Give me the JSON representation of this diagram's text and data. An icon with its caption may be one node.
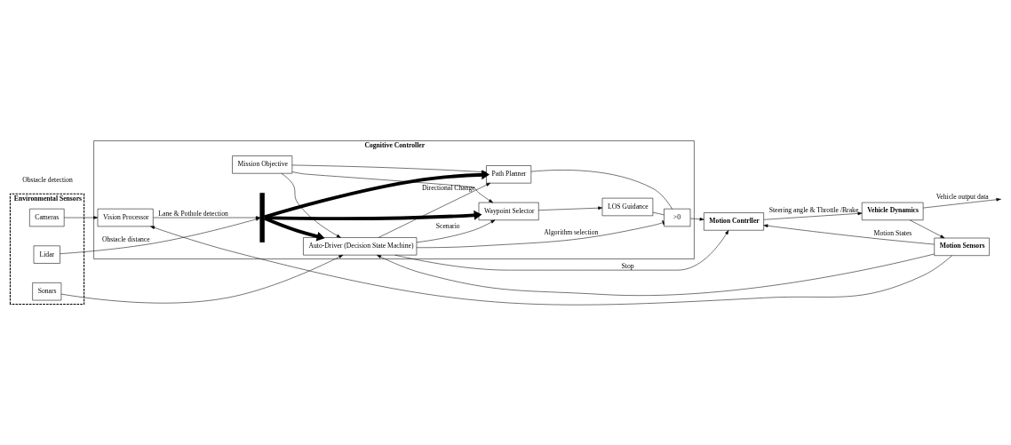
{
  "diagram": {
    "nodes": [
      {
        "text": [
          "Cognitive Controller"
        ]
      },
      {
        "text": [
          "Auto-Driver (Decision State Machine)"
        ],
        "in": 0
      },
      {
        "text": [
          "Mission Objective"
        ],
        "in": 0
      },
      {
        "text": [
          "Vision Processor"
        ],
        "in": 0
      },
      {
        "text": [],
        "shape": "bar",
        "in": 0
      },
      {
        "text": [
          "Waypoint Selector"
        ],
        "in": 0
      },
      {
        "text": [
          "LOS Guidance"
        ],
        "in": 0
      },
      {
        "text": [
          ">0"
        ],
        "in": 0
      },
      {
        "text": [
          "Path Planner"
        ],
        "in": 0
      },
      {
        "text": [
          "Environmental Sensors"
        ]
      },
      {
        "text": [
          "Lidar"
        ],
        "in": 9
      },
      {
        "text": [
          "Cameras"
        ],
        "in": 9
      },
      {
        "text": [
          "Sonars"
        ],
        "in": 9
      },
      {
        "text": [
          "Motion Contrller"
        ]
      },
      {
        "text": [
          "Vehicle Dynamics"
        ]
      },
      {
        "text": [
          "Motion Sensors"
        ]
      }
    ],
    "edges": [
      {
        "from": 15,
        "to": 1,
        "arrow": "to"
      },
      {
        "from": 12,
        "to": 1,
        "arrow": "to"
      },
      {
        "from": 2,
        "to": 1,
        "arrow": "to"
      },
      {
        "from": 4,
        "to": 1,
        "arrow": "to",
        "style": "thick"
      },
      {
        "from": 15,
        "to": 3,
        "arrow": "to"
      },
      {
        "from": 11,
        "to": 3,
        "arrow": "to"
      },
      {
        "from": 3,
        "to": 4,
        "arrow": "to",
        "label": "Lane & Pothole detection"
      },
      {
        "from": 10,
        "to": 4,
        "arrow": "to",
        "label": "Obstacle distance"
      },
      {
        "from": 1,
        "to": 5,
        "arrow": "to",
        "label": "Scenario"
      },
      {
        "from": 4,
        "to": 5,
        "arrow": "to",
        "style": "thick"
      },
      {
        "from": 2,
        "to": 5,
        "arrow": "to"
      },
      {
        "from": 4,
        "to": 8,
        "arrow": "to",
        "style": "thick"
      },
      {
        "from": 2,
        "to": 8,
        "arrow": "to"
      },
      {
        "from": 1,
        "to": 8,
        "arrow": "to",
        "label": "Directional Change"
      },
      {
        "from": 5,
        "to": 6,
        "arrow": "to"
      },
      {
        "from": 6,
        "to": 7,
        "arrow": "none"
      },
      {
        "from": 8,
        "to": 7,
        "arrow": "none"
      },
      {
        "from": 1,
        "to": 7,
        "arrow": "other",
        "label": "Algorithm selection"
      },
      {
        "from": 1,
        "to": 13,
        "arrow": "to",
        "label": "Stop"
      },
      {
        "from": 7,
        "to": 13,
        "arrow": "to"
      },
      {
        "from": 15,
        "to": 13,
        "arrow": "to",
        "label": "Motion States"
      },
      {
        "from": 13,
        "to": 14,
        "arrow": "to",
        "label": "Steering angle & Throttle /Brake"
      },
      {
        "from": 14,
        "to": null,
        "arrow": "to",
        "label": "Vehicle output data"
      },
      {
        "from": 14,
        "to": 15,
        "arrow": "to"
      }
    ],
    "labels": [
      "Obstacle detection"
    ]
  }
}
